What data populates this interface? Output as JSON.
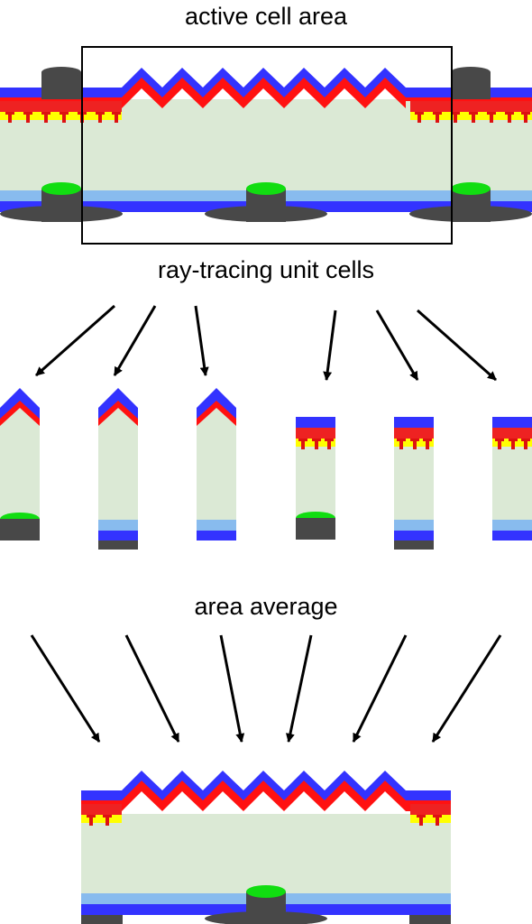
{
  "labels": {
    "top": "active cell area",
    "middle": "ray-tracing unit cells",
    "bottom": "area average"
  },
  "colors": {
    "silicon": "#dbe9d5",
    "front_passivation": "#3333ff",
    "front_emitter_red": "#ff1111",
    "selective_emitter_red": "#dd1111",
    "yellow_layer": "#ffff00",
    "metal_contact": "#484848",
    "rear_contact_green": "#11dd11",
    "rear_passivation_light": "#88bbee",
    "rear_passivation_blue": "#3333ff",
    "outline": "#000000",
    "arrow": "#000000"
  },
  "icons": {
    "arrow": "arrow-icon",
    "contact": "contact-icon"
  }
}
